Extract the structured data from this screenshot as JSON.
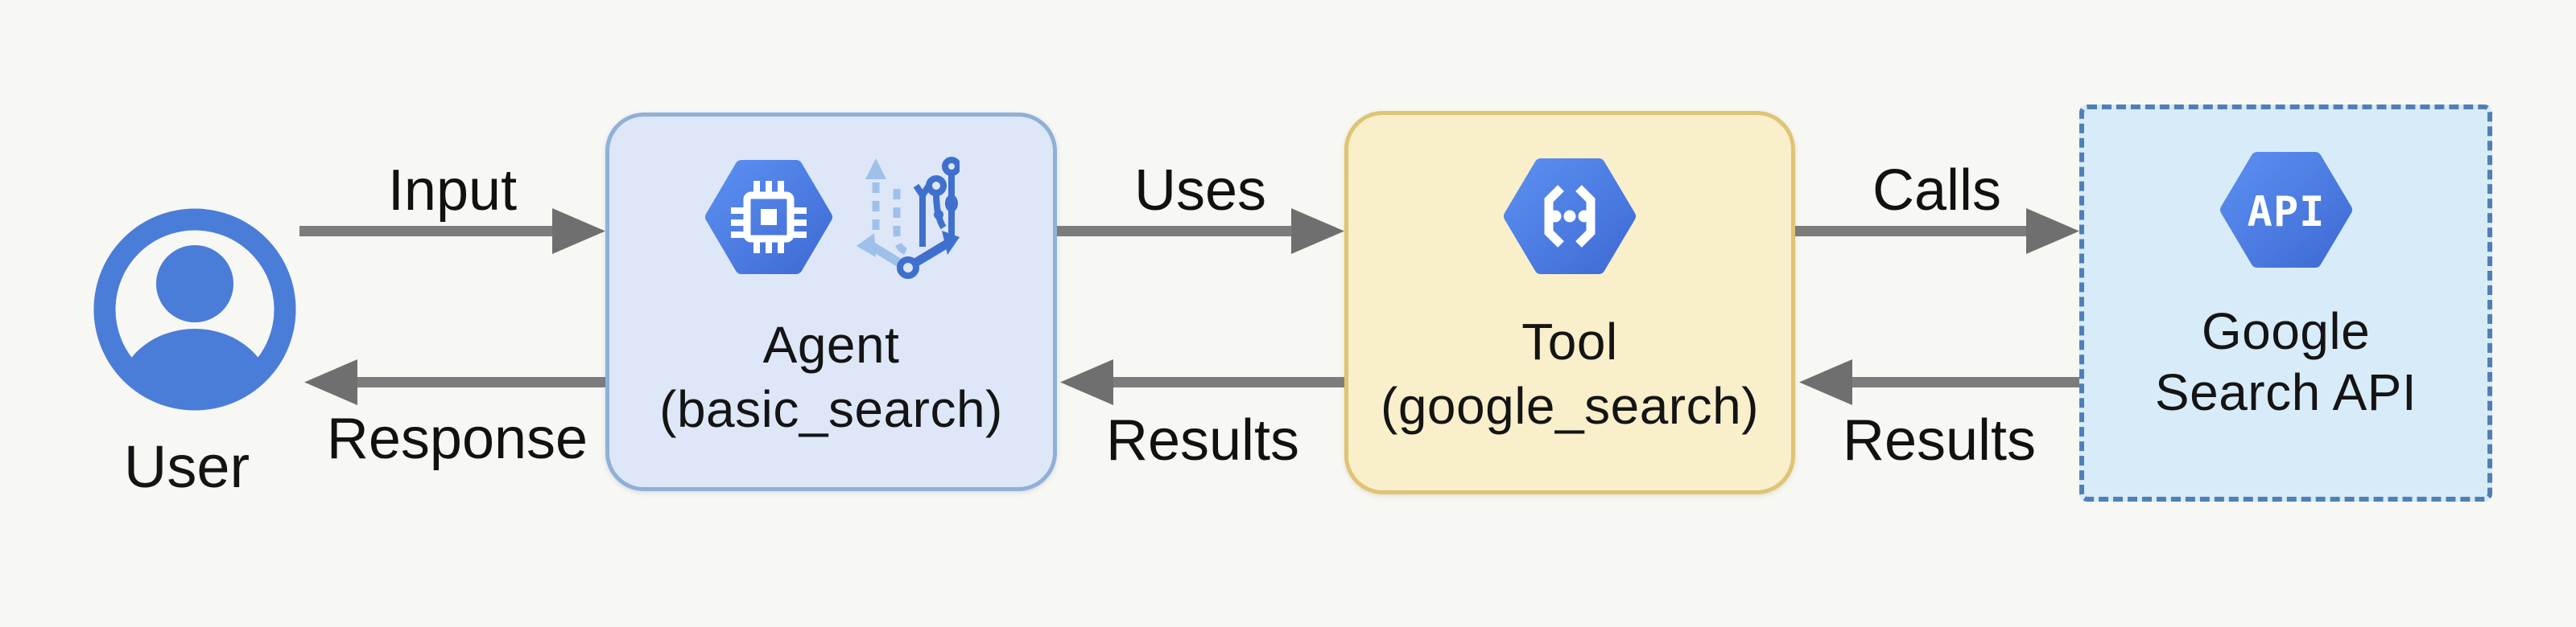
{
  "diagram": {
    "background_color": "#f7f7f4",
    "text_color": "#141414",
    "arrow_shaft_color": "#7c7c7c",
    "arrow_head_color": "#6f6f6f",
    "hexagon_blue_light": "#5b8ff0",
    "hexagon_blue_dark": "#3f6bd4"
  },
  "nodes": {
    "user": {
      "label": "User",
      "icon": "user-avatar-circle-icon",
      "icon_color": "#4a7dd8"
    },
    "agent": {
      "title": "Agent",
      "subtitle": "(basic_search)",
      "icons": [
        "cpu-chip-hexagon-icon",
        "branching-pipeline-icon"
      ],
      "fill": "#dde7f7",
      "border_color": "#8fb0d8",
      "border_style": "solid"
    },
    "tool": {
      "title": "Tool",
      "subtitle": "(google_search)",
      "icons": [
        "code-brackets-hexagon-icon"
      ],
      "fill": "#f9efcb",
      "border_color": "#dfc473",
      "border_style": "solid"
    },
    "api": {
      "title_line1": "Google",
      "title_line2": "Search API",
      "hexagon_label": "API",
      "icons": [
        "api-hexagon-icon"
      ],
      "fill": "#d8ebf8",
      "border_color": "#4e80b7",
      "border_style": "dashed"
    }
  },
  "edges": [
    {
      "label": "Input",
      "from": "user",
      "to": "agent",
      "direction": "right"
    },
    {
      "label": "Response",
      "from": "agent",
      "to": "user",
      "direction": "left"
    },
    {
      "label": "Uses",
      "from": "agent",
      "to": "tool",
      "direction": "right"
    },
    {
      "label": "Results",
      "from": "tool",
      "to": "agent",
      "direction": "left"
    },
    {
      "label": "Calls",
      "from": "tool",
      "to": "api",
      "direction": "right"
    },
    {
      "label": "Results",
      "from": "api",
      "to": "tool",
      "direction": "left"
    }
  ]
}
